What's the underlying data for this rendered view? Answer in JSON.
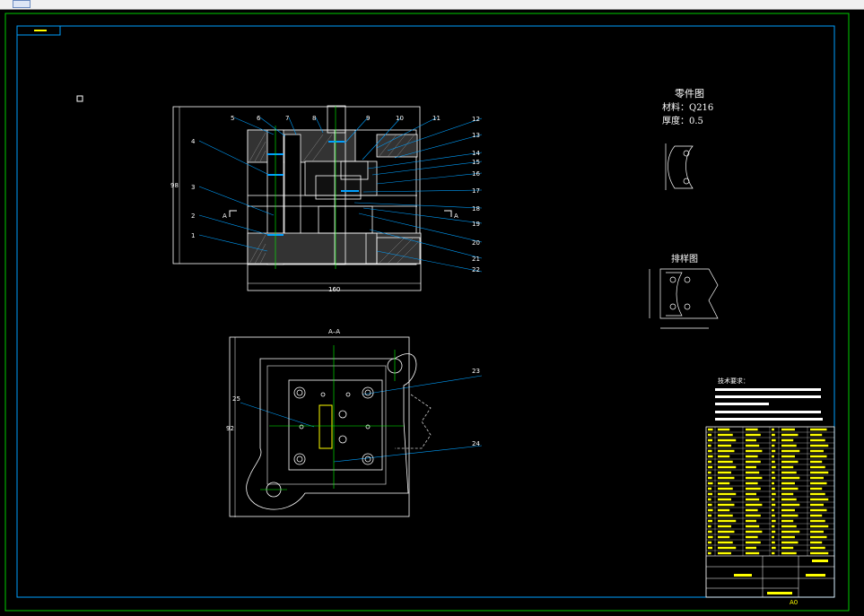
{
  "window": {
    "tab_icon": "document-icon"
  },
  "views": {
    "section_label": "A–A",
    "section_mark_left": "A",
    "section_mark_right": "A",
    "dim_height": "98",
    "dim_width": "160",
    "dim_plan": "92"
  },
  "part_drawing": {
    "title": "零件图",
    "material": "材料：Q216",
    "thickness": "厚度：0.5"
  },
  "strip_layout": {
    "title": "排样图"
  },
  "tech_requirements": {
    "heading": "技术要求："
  },
  "callouts": [
    "1",
    "2",
    "3",
    "4",
    "5",
    "6",
    "7",
    "8",
    "9",
    "10",
    "11",
    "12",
    "13",
    "14",
    "15",
    "16",
    "17",
    "18",
    "19",
    "20",
    "21",
    "22",
    "23",
    "24",
    "25"
  ],
  "sheet": {
    "size": "A0"
  },
  "colors": {
    "border": "#00cc00",
    "frame": "#00a0ff",
    "line": "#ffffff",
    "highlight": "#ffff00",
    "center": "#00ff00"
  }
}
